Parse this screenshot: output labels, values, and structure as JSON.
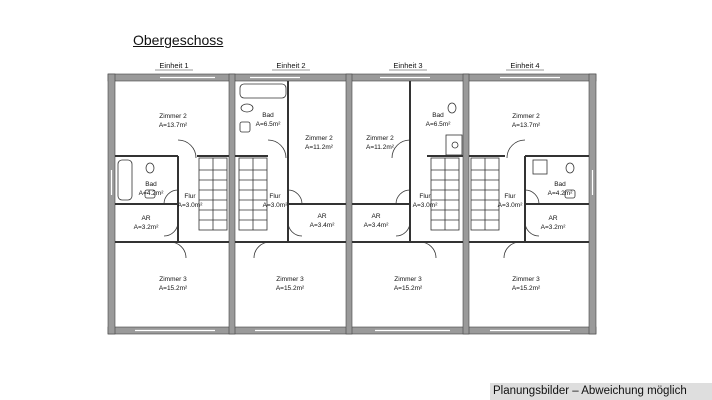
{
  "title": "Obergeschoss",
  "footer": "Planungsbilder – Abweichung möglich",
  "units": [
    {
      "label": "Einheit 1"
    },
    {
      "label": "Einheit 2"
    },
    {
      "label": "Einheit 3"
    },
    {
      "label": "Einheit 4"
    }
  ],
  "rooms": [
    {
      "name": "Zimmer 2",
      "area": "A=13.7m²"
    },
    {
      "name": "Bad",
      "area": "A=4.2m²"
    },
    {
      "name": "Flur",
      "area": "A=3.0m²"
    },
    {
      "name": "AR",
      "area": "A=3.2m²"
    },
    {
      "name": "Zimmer 3",
      "area": "A=15.2m²"
    },
    {
      "name": "Bad",
      "area": "A=6.5m²"
    },
    {
      "name": "Zimmer 2",
      "area": "A=11.2m²"
    },
    {
      "name": "Flur",
      "area": "A=3.0m²"
    },
    {
      "name": "AR",
      "area": "A=3.4m²"
    },
    {
      "name": "Zimmer 3",
      "area": "A=15.2m²"
    },
    {
      "name": "Zimmer 2",
      "area": "A=11.2m²"
    },
    {
      "name": "Bad",
      "area": "A=6.5m²"
    },
    {
      "name": "Flur",
      "area": "A=3.0m²"
    },
    {
      "name": "AR",
      "area": "A=3.4m²"
    },
    {
      "name": "Zimmer 3",
      "area": "A=15.2m²"
    },
    {
      "name": "Zimmer 2",
      "area": "A=13.7m²"
    },
    {
      "name": "Bad",
      "area": "A=4.2m²"
    },
    {
      "name": "Flur",
      "area": "A=3.0m²"
    },
    {
      "name": "AR",
      "area": "A=3.2m²"
    },
    {
      "name": "Zimmer 3",
      "area": "A=15.2m²"
    }
  ]
}
